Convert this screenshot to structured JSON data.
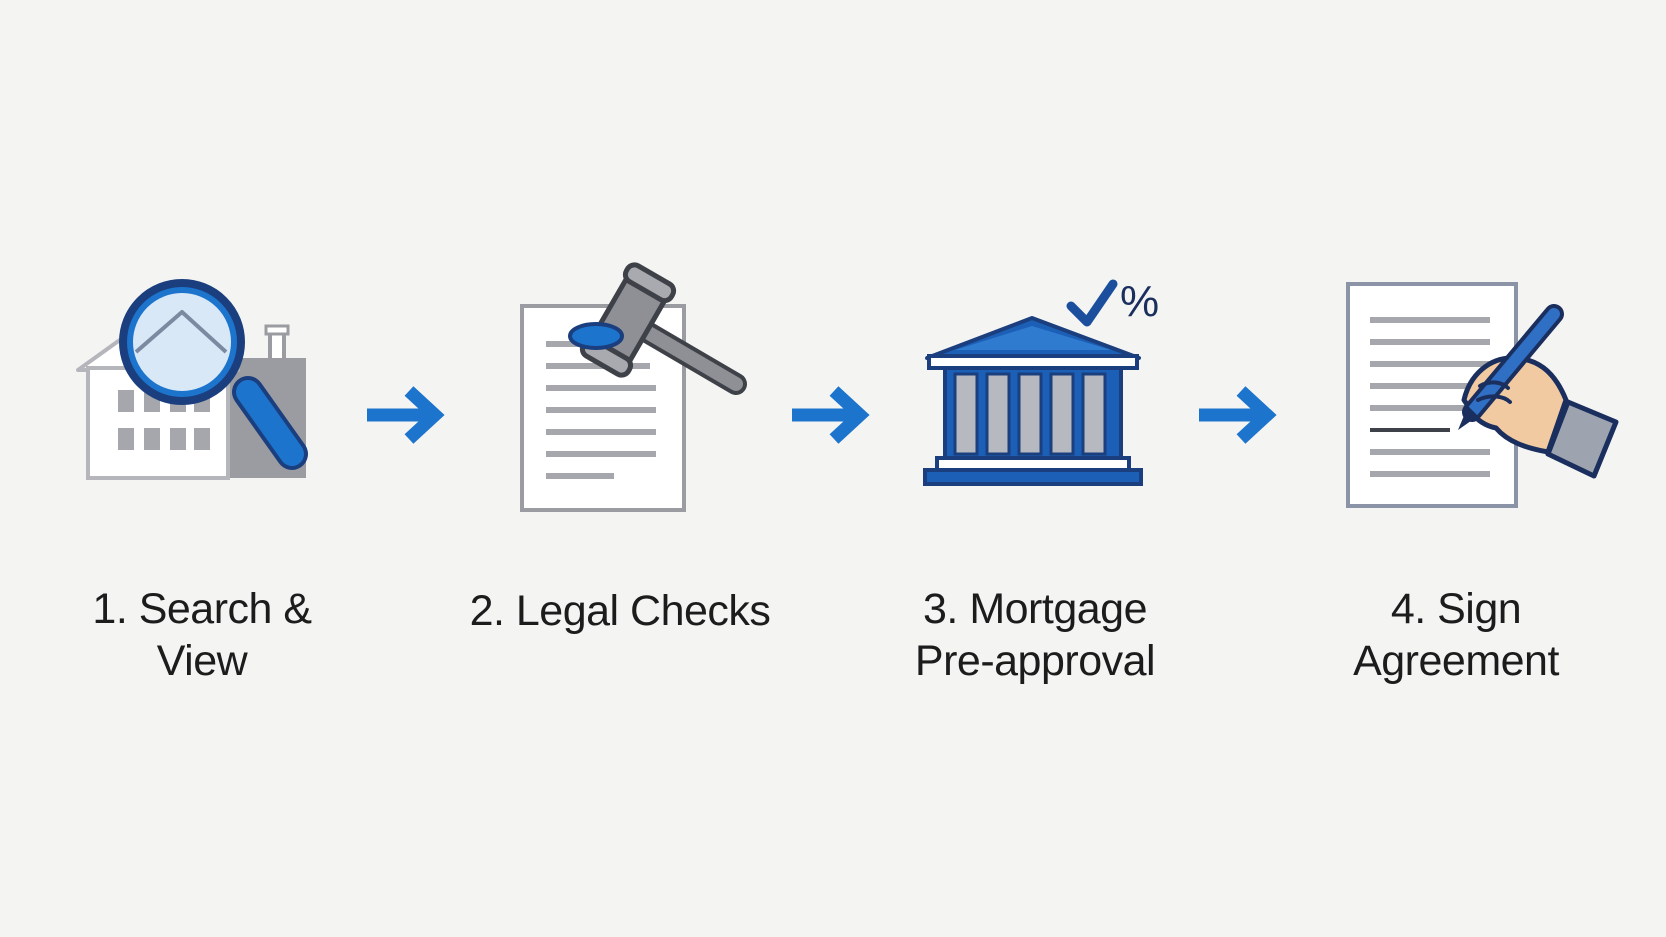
{
  "colors": {
    "background": "#f4f4f3",
    "accent_blue": "#1c74cc",
    "dark_navy": "#1b3f7e",
    "gray": "#9a9ca2",
    "light_gray": "#c6c8cd",
    "paper": "#ffffff",
    "skin": "#f2caa2"
  },
  "steps": [
    {
      "icon": "house-magnifier-icon",
      "label_lines": [
        "1. Search &",
        "View"
      ]
    },
    {
      "icon": "document-gavel-icon",
      "label_lines": [
        "2. Legal Checks"
      ]
    },
    {
      "icon": "bank-building-icon",
      "badge": "%",
      "label_lines": [
        "3. Mortgage",
        "Pre-approval"
      ]
    },
    {
      "icon": "signing-document-icon",
      "label_lines": [
        "4. Sign",
        "Agreement"
      ]
    }
  ],
  "arrows": [
    "arrow-right-icon",
    "arrow-right-icon",
    "arrow-right-icon"
  ]
}
